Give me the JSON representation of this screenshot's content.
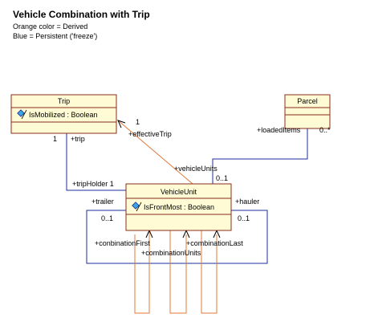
{
  "title": "Vehicle Combination with Trip",
  "legend": {
    "line1": "Orange color = Derived",
    "line2": "Blue = Persistent ('freeze')"
  },
  "colors": {
    "class_fill": "#fffcd5",
    "class_border": "#8b2c1a",
    "persistent": "#1c2d9c",
    "derived": "#e07a3a"
  },
  "classes": {
    "trip": {
      "name": "Trip",
      "attribute": "IsMobilized : Boolean",
      "attribute_icon": "attribute-icon"
    },
    "parcel": {
      "name": "Parcel"
    },
    "vehicle_unit": {
      "name": "VehicleUnit",
      "attribute": "IsFrontMost : Boolean",
      "attribute_icon": "attribute-icon"
    }
  },
  "labels": {
    "trip_mult": "1",
    "trip_role": "+trip",
    "trip_holder": "+tripHolder 1",
    "effective_trip_mult": "1",
    "effective_trip": "+effectiveTrip",
    "loaded_items": "+loadedItems",
    "loaded_mult": "0..*",
    "vehicle_units": "+vehicleUnits",
    "vehicle_units_mult": "0..1",
    "trailer": "+trailer",
    "trailer_mult": "0..1",
    "hauler": "+hauler",
    "hauler_mult": "0..1",
    "combination_first": "+conbinationFirst",
    "combination_last": "+combinationLast",
    "combination_units": "+combinationUnits"
  }
}
